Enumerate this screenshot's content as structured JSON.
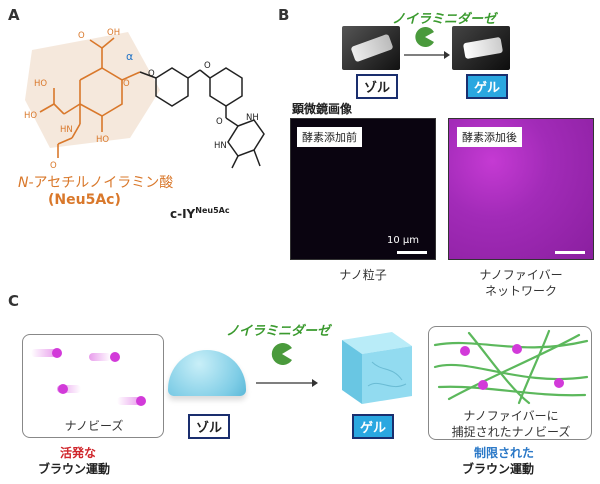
{
  "panels": {
    "a": "A",
    "b": "B",
    "c": "C"
  },
  "panelA": {
    "alpha": "α",
    "name_italic": "N-",
    "name_rest": "アセチルノイラミン酸",
    "abbrev": "(Neu5Ac)",
    "compound_base": "c-IY",
    "compound_sup": "Neu5Ac",
    "atoms": {
      "o1": "O",
      "o2": "O",
      "o3": "O",
      "oh1": "OH",
      "ho1": "HO",
      "ho2": "HO",
      "hn": "HN",
      "nh": "NH",
      "hn2": "HN",
      "oxo1": "O",
      "oxo2": "O",
      "oxo3": "O",
      "ho3": "HO"
    }
  },
  "panelB": {
    "enzyme": "ノイラミニダーゼ",
    "sol": "ゾル",
    "gel": "ゲル",
    "microscope_title": "顕微鏡画像",
    "before": "酵素添加前",
    "after": "酵素添加後",
    "scale": "10 μm",
    "caption_left": "ナノ粒子",
    "caption_right_1": "ナノファイバー",
    "caption_right_2": "ネットワーク"
  },
  "panelC": {
    "enzyme": "ノイラミニダーゼ",
    "beads": "ナノビーズ",
    "sol": "ゾル",
    "gel": "ゲル",
    "captured_1": "ナノファイバーに",
    "captured_2": "捕捉されたナノビーズ",
    "active_red": "活発な",
    "brownian_1": "ブラウン運動",
    "restricted_blue": "制限された",
    "brownian_2": "ブラウン運動"
  },
  "colors": {
    "orange": "#d9782b",
    "green": "#3a9a2e",
    "navy": "#1a2e6e",
    "cyan": "#2aa7e0",
    "magenta": "#d23ad9",
    "red": "#d0252b",
    "blue": "#2a78c7"
  }
}
